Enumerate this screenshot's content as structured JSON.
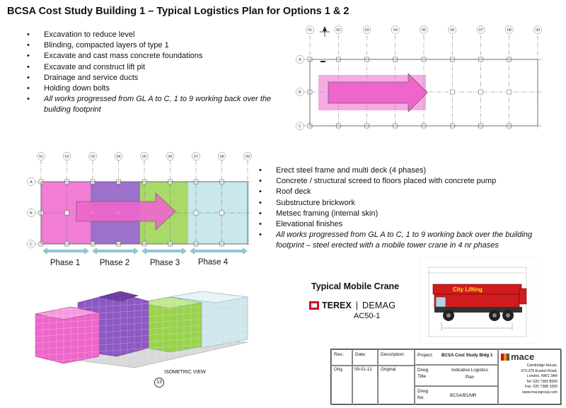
{
  "title": "BCSA Cost Study Building 1 – Typical Logistics Plan for Options 1 & 2",
  "list_top": [
    {
      "text": "Excavation to reduce level",
      "italic": false
    },
    {
      "text": "Blinding, compacted layers of type 1",
      "italic": false
    },
    {
      "text": "Excavate and cast mass concrete foundations",
      "italic": false
    },
    {
      "text": "Excavate and construct lift pit",
      "italic": false
    },
    {
      "text": "Drainage and service ducts",
      "italic": false
    },
    {
      "text": "Holding down bolts",
      "italic": false
    },
    {
      "text": "All works progressed from GL A to C, 1 to 9 working back over the building footprint",
      "italic": true
    }
  ],
  "list_right": [
    {
      "text": "Erect steel frame and multi deck (4 phases)",
      "italic": false
    },
    {
      "text": "Concrete / structural screed to floors placed with concrete pump",
      "italic": false
    },
    {
      "text": "Roof deck",
      "italic": false
    },
    {
      "text": "Substructure brickwork",
      "italic": false
    },
    {
      "text": "Metsec framing (internal skin)",
      "italic": false
    },
    {
      "text": "Elevational finishes",
      "italic": false
    },
    {
      "text": "All works progressed from GL A to C, 1 to 9 working back over the building footprint – steel erected with a mobile tower crane in 4 nr phases",
      "italic": true
    }
  ],
  "grid": {
    "columns": [
      "01",
      "02",
      "03",
      "04",
      "05",
      "06",
      "07",
      "08",
      "09"
    ],
    "rows": [
      "A",
      "B",
      "C"
    ]
  },
  "phases": [
    {
      "label": "Phase 1",
      "color": "#ee66cc"
    },
    {
      "label": "Phase 2",
      "color": "#8d58c4"
    },
    {
      "label": "Phase 3",
      "color": "#9ad24e"
    },
    {
      "label": "Phase 4",
      "color": "#bfe3ea"
    }
  ],
  "arrow_color": "#ee66cc",
  "iso_label": "ISOMETRIC VIEW",
  "iso_number": "13",
  "crane": {
    "title": "Typical Mobile Crane",
    "brand": "TEREX",
    "brand2": "DEMAG",
    "model": "AC50-1",
    "decal": "City Lifting"
  },
  "title_block": {
    "rev_label": "Rev.:",
    "date_label": "Date:",
    "desc_label": "Description:",
    "rev": "Orig.",
    "date": "09-01-12",
    "desc": "Original",
    "project_label": "Project:",
    "project": "BCSA Cost Study Bldg 1",
    "drwg_title_label": "Drwg Title",
    "drwg_title": "Indicative Logistics Plan",
    "drwg_no_label": "Drwg No.",
    "drwg_no": "BCSA/B1/MR",
    "logo": "mace",
    "address": [
      "Cambridge House,",
      "373-375 Euston Road,",
      "London, NW1 3AR",
      "Tel: 020 7383 8500",
      "Fax: 020 7388 1060",
      "www.macegroup.com"
    ]
  }
}
